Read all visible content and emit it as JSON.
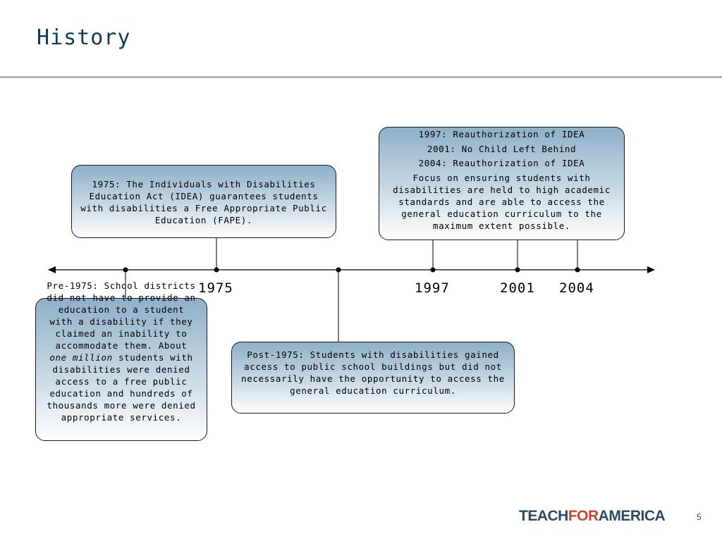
{
  "slide": {
    "title": "History",
    "page_number": "5"
  },
  "logo": {
    "part1": "TEACH",
    "part2": "FOR",
    "part3": "AMERICA",
    "colors": {
      "primary": "#2b4a66",
      "accent": "#d2452c"
    }
  },
  "timeline": {
    "years": [
      "1975",
      "1997",
      "2001",
      "2004"
    ]
  },
  "events": {
    "e1975": "1975: The Individuals with Disabilities Education Act (IDEA) guarantees students with disabilities a Free Appropriate Public Education (FAPE).",
    "reauth1997": "1997: Reauthorization of IDEA",
    "nclb2001": "2001: No Child Left Behind",
    "reauth2004": "2004: Reauthorization of IDEA",
    "focus": "Focus on ensuring students with disabilities are held to high academic standards and are able to access the general education curriculum to the maximum extent possible.",
    "pre1975_a": "Pre-1975: School districts did not have to provide an education to a student with a disability if they claimed an inability to accommodate them. About ",
    "pre1975_em": "one million",
    "pre1975_b": " students with disabilities were denied access to a free public education and hundreds of thousands more were denied appropriate services.",
    "post1975": "Post-1975: Students with disabilities gained access to public school buildings but did not necessarily have the opportunity to access the general education curriculum."
  },
  "colors": {
    "title": "#0e3a5c",
    "box_top": "#8eb0c8",
    "rule": "#a9b8c6"
  }
}
